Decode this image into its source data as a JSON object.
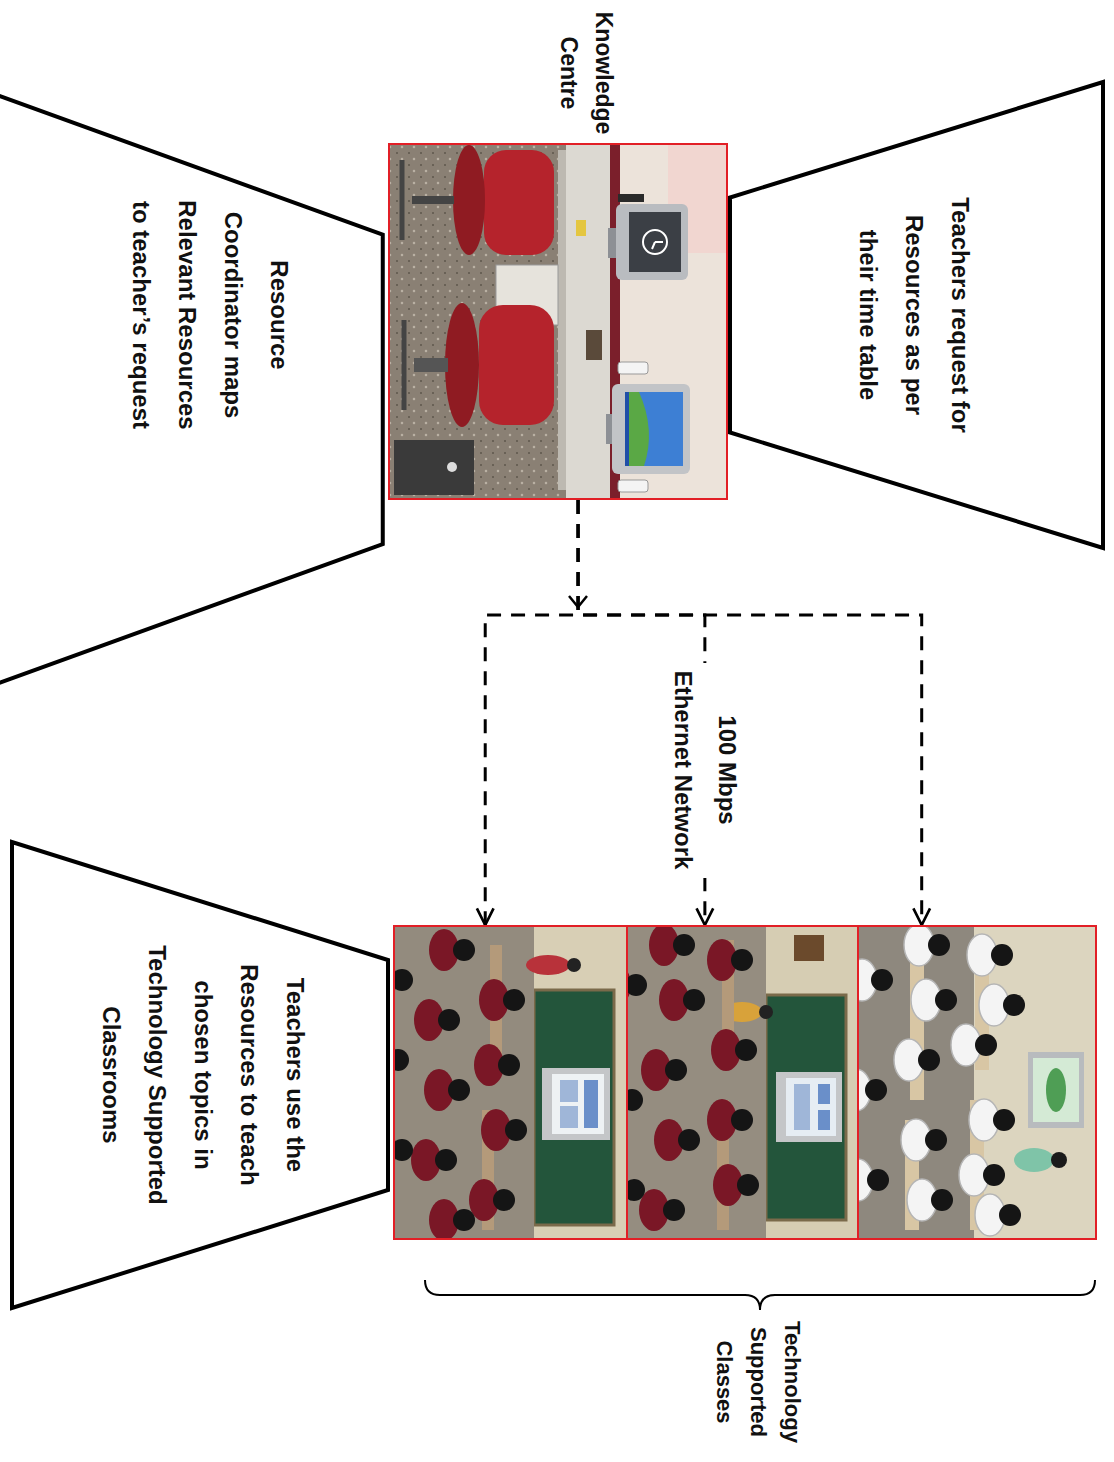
{
  "diagram": {
    "nodes": [
      {
        "text": [
          "Teachers request for Resources as per their time table"
        ]
      },
      {
        "text": [
          "Knowledge Centre"
        ]
      },
      {
        "text": [
          "Resource Coordinator maps Relevant Resources to teacher’s request"
        ]
      },
      {
        "text": [
          "Technology Supported Classes"
        ]
      },
      {
        "text": [
          "Teachers use the Resources to teach chosen topics in Technology Supported Classrooms"
        ]
      }
    ],
    "edges": [
      {
        "from": 1,
        "to": 3,
        "arrow": "to"
      },
      {
        "from": 1,
        "to": 3,
        "label": "100 Mbps Ethernet Network",
        "arrow": "to"
      },
      {
        "from": 1,
        "to": 3,
        "arrow": "to"
      }
    ]
  }
}
